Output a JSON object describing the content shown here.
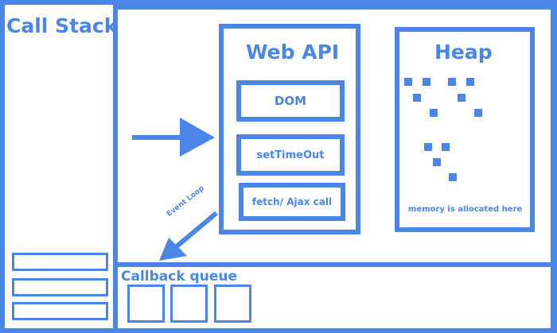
{
  "call_stack": {
    "title": "Call Stack"
  },
  "web_api": {
    "title": "Web API",
    "items": [
      {
        "label": "DOM"
      },
      {
        "label": "setTimeOut"
      },
      {
        "label": "fetch/ Ajax call"
      }
    ]
  },
  "heap": {
    "title": "Heap",
    "note": "memory is allocated here"
  },
  "event_loop": {
    "label": "Event Loop"
  },
  "callback_queue": {
    "title": "Callback queue"
  },
  "colors": {
    "accent": "#4a86e8",
    "background": "#ffffff"
  }
}
